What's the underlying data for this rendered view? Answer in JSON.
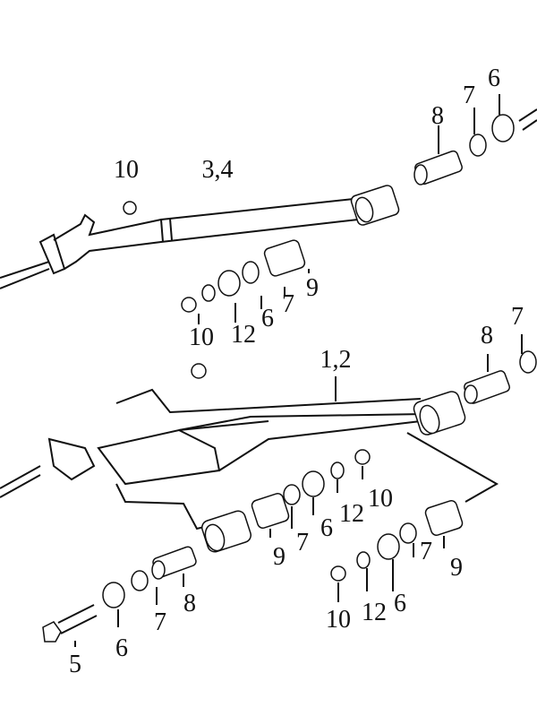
{
  "diagram": {
    "labels": [
      {
        "id": "washer-top",
        "text": "6"
      },
      {
        "id": "seal-top",
        "text": "7"
      },
      {
        "id": "sleeve-top",
        "text": "8"
      },
      {
        "id": "nut-upper",
        "text": "10"
      },
      {
        "id": "upper-arm",
        "text": "3,4"
      },
      {
        "id": "bushing-upper",
        "text": "9"
      },
      {
        "id": "seal-upper",
        "text": "7"
      },
      {
        "id": "washer-upper",
        "text": "6"
      },
      {
        "id": "washer12-upper",
        "text": "12"
      },
      {
        "id": "nut-upper-front",
        "text": "10"
      },
      {
        "id": "lower-arm",
        "text": "1,2"
      },
      {
        "id": "sleeve-lower-rear",
        "text": "8"
      },
      {
        "id": "seal-lower-rear",
        "text": "7"
      },
      {
        "id": "nut-lower-mid",
        "text": "10"
      },
      {
        "id": "washer12-lower-mid",
        "text": "12"
      },
      {
        "id": "washer-lower-mid",
        "text": "6"
      },
      {
        "id": "bushing-lower-mid",
        "text": "9"
      },
      {
        "id": "seal-lower-mid",
        "text": "7"
      },
      {
        "id": "sleeve-lower-front",
        "text": "8"
      },
      {
        "id": "seal-lower-front",
        "text": "7"
      },
      {
        "id": "bushing-lower-right",
        "text": "9"
      },
      {
        "id": "seal-lower-right",
        "text": "7"
      },
      {
        "id": "washer-lower-right",
        "text": "6"
      },
      {
        "id": "washer12-lower-right",
        "text": "12"
      },
      {
        "id": "nut-lower-right",
        "text": "10"
      },
      {
        "id": "washer-lower-front",
        "text": "6"
      },
      {
        "id": "bolt",
        "text": "5"
      }
    ]
  }
}
